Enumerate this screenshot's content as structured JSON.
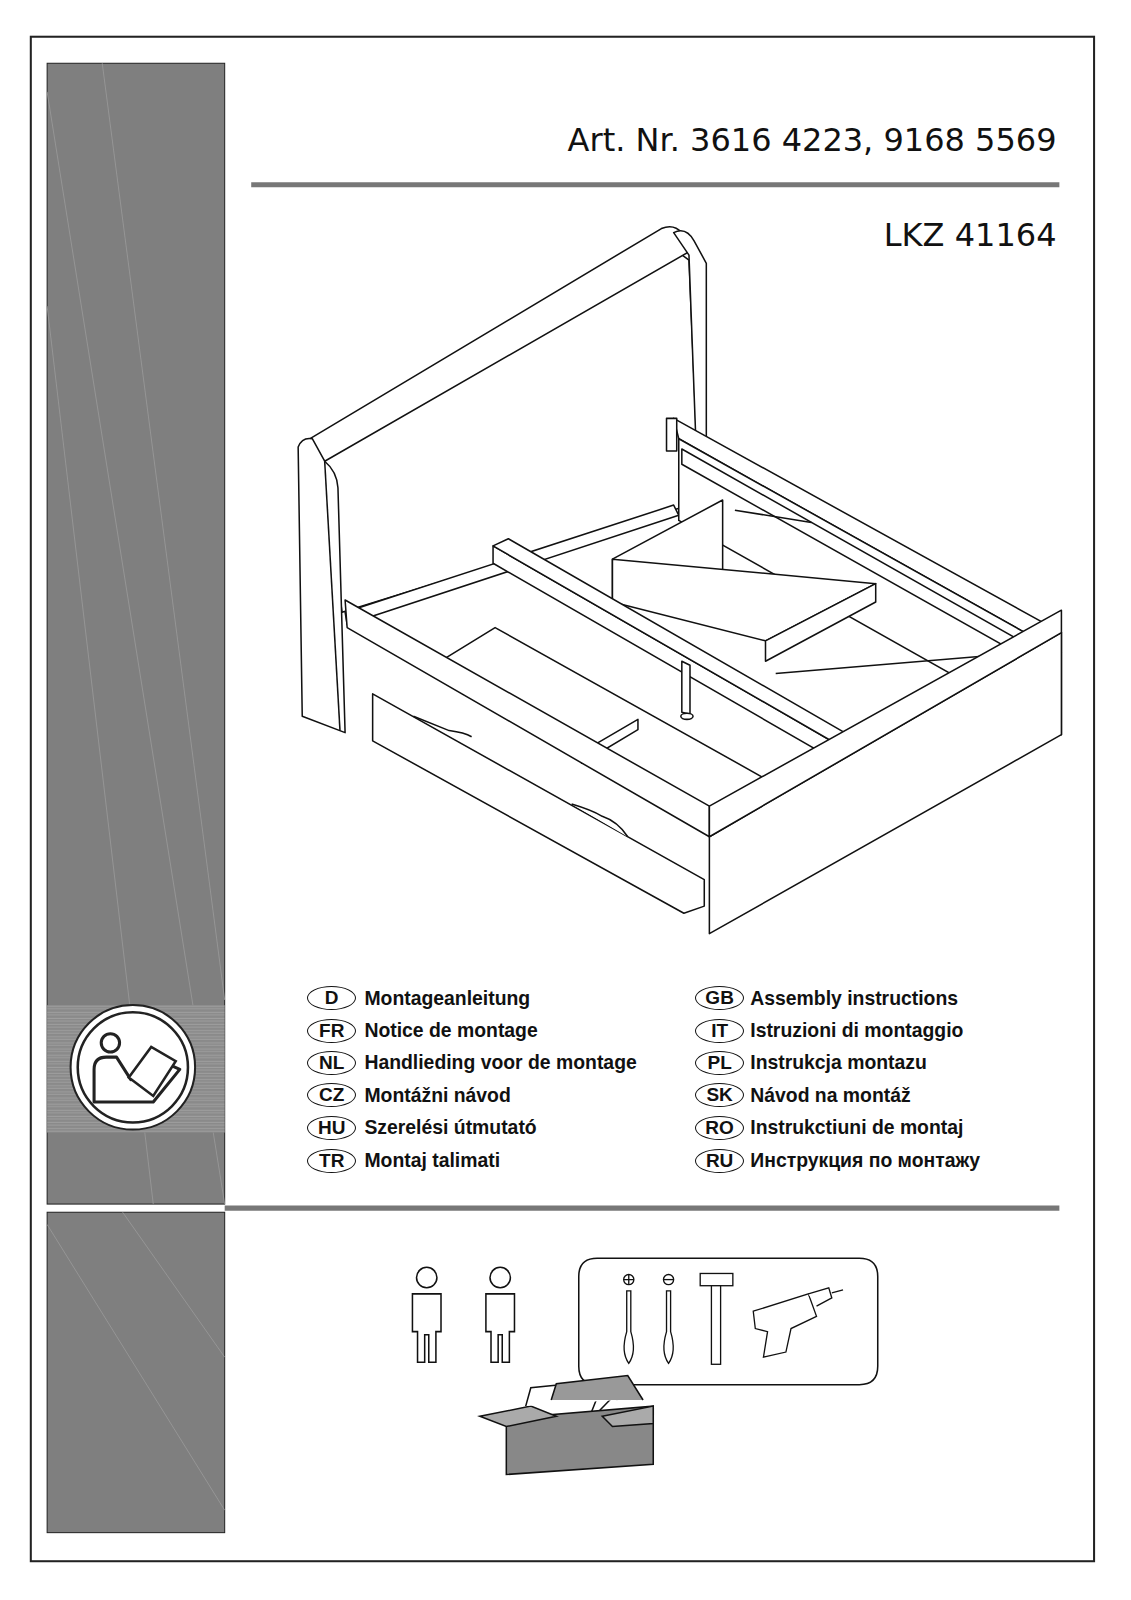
{
  "diagram": {
    "nodes": [
      {
        "text": [
          "D"
        ]
      },
      {
        "text": [
          "GB"
        ]
      },
      {
        "text": [
          "FR"
        ]
      },
      {
        "text": [
          "IT"
        ]
      },
      {
        "text": [
          "NL"
        ]
      },
      {
        "text": [
          "PL"
        ]
      },
      {
        "text": [
          "CZ"
        ]
      },
      {
        "text": [
          "SK"
        ]
      },
      {
        "text": [
          "HU"
        ]
      },
      {
        "text": [
          "RO"
        ]
      },
      {
        "text": [
          "TR"
        ]
      },
      {
        "text": [
          "RU"
        ]
      }
    ],
    "labels": [
      "Art. Nr. 3616 4223, 9168 5569",
      "LKZ 41164",
      "Montageanleitung",
      "Assembly instructions",
      "Notice de montage",
      "Istruzioni di montaggio",
      "Handlieding voor de montage",
      "Instrukcja montazu",
      "Montážni návod",
      "Návod na montáž",
      "Szerelési útmutató",
      "Instrukctiuni de montaj",
      "Montaj talimati",
      "Инструкция по монтажу"
    ]
  }
}
